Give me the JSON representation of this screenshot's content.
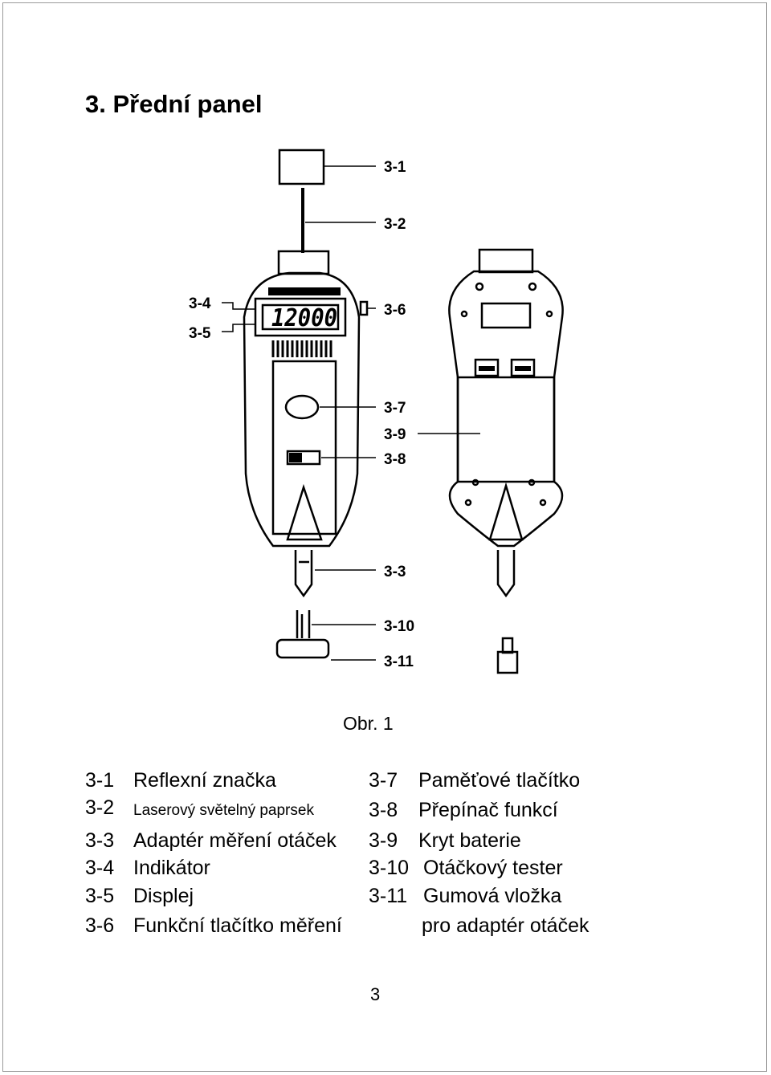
{
  "heading": "3. Přední panel",
  "figure": {
    "labels": [
      "3-1",
      "3-2",
      "3-4",
      "3-5",
      "3-6",
      "3-7",
      "3-9",
      "3-8",
      "3-3",
      "3-10",
      "3-11"
    ],
    "display_reading": "12000",
    "caption": "Obr. 1"
  },
  "legend": {
    "left": [
      {
        "code": "3-1",
        "text": "Reflexní značka"
      },
      {
        "code": "3-2",
        "text": "Laserový světelný paprsek"
      },
      {
        "code": "3-3",
        "text": "Adaptér měření otáček"
      },
      {
        "code": "3-4",
        "text": "Indikátor"
      },
      {
        "code": "3-5",
        "text": "Displej"
      },
      {
        "code": "3-6",
        "text": "Funkční tlačítko měření"
      }
    ],
    "right": [
      {
        "code": "3-7",
        "text": "Paměťové tlačítko"
      },
      {
        "code": "3-8",
        "text": "Přepínač funkcí"
      },
      {
        "code": "3-9",
        "text": "Kryt baterie"
      },
      {
        "code": "3-10",
        "text": "Otáčkový tester"
      },
      {
        "code": "3-11",
        "text": "Gumová vložka"
      }
    ],
    "right_continuation": "pro adaptér otáček"
  },
  "page_number": "3"
}
